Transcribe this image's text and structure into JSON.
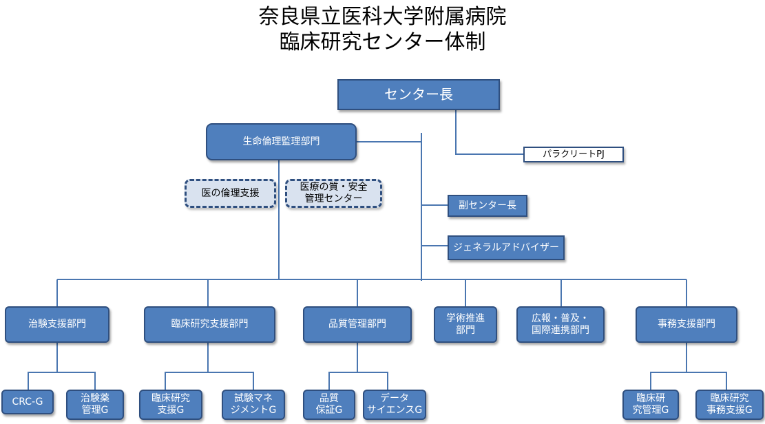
{
  "title": {
    "line1": "奈良県立医科大学附属病院",
    "line2": "臨床研究センター体制"
  },
  "nodes": {
    "director": "センター長",
    "ethics": "生命倫理監理部門",
    "paraclit": "パラクリートPJ",
    "med_ethics_support": "医の倫理支援",
    "quality_safety": "医療の質・安全\n管理センター",
    "vice_director": "副センター長",
    "general_advisor": "ジェネラルアドバイザー",
    "trial_support": "治験支援部門",
    "clinical_research_support": "臨床研究支援部門",
    "quality_management": "品質管理部門",
    "academic_promotion": "学術推進\n部門",
    "pr_international": "広報・普及・\n国際連携部門",
    "admin_support": "事務支援部門",
    "crc_g": "CRC-G",
    "trial_drug_g": "治験薬\n管理G",
    "clinical_research_support_g": "臨床研究\n支援G",
    "trial_management_g": "試験マネ\nジメントG",
    "quality_assurance_g": "品質\n保証G",
    "data_science_g": "データ\nサイエンスG",
    "clinical_research_mgmt_g": "臨床研\n究管理G",
    "clinical_research_office_g": "臨床研究\n事務支援G"
  },
  "colors": {
    "box_fill": "#4f7fbd",
    "box_border": "#2f4f7f",
    "dashed_fill": "#d9e2ef",
    "line": "#4a76b0"
  }
}
